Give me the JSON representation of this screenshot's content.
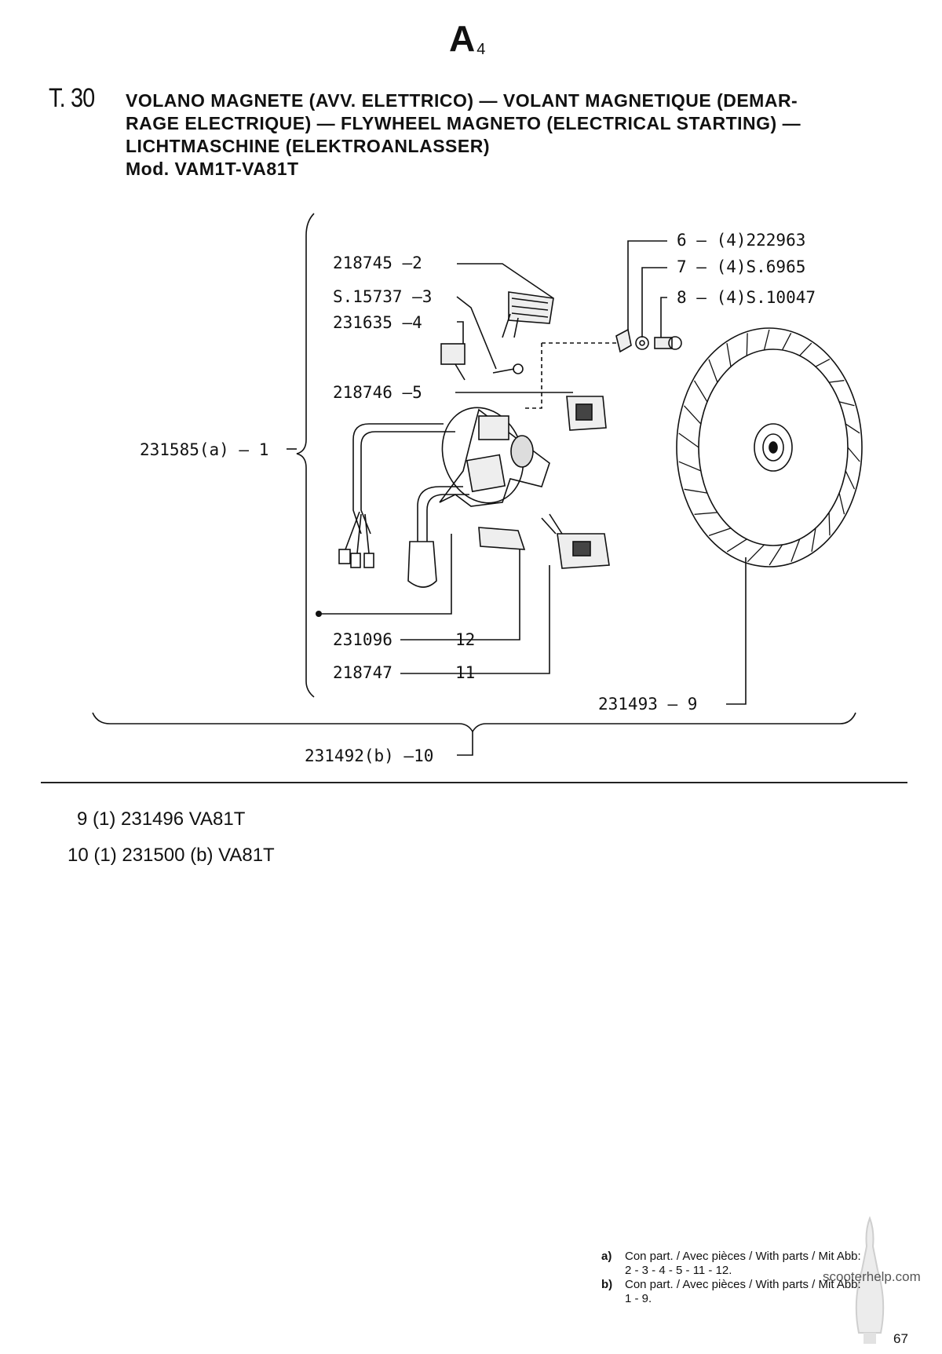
{
  "header": {
    "section_letter": "A",
    "section_index": "4",
    "table_number": "T. 30",
    "title_lines": [
      "VOLANO MAGNETE (AVV. ELETTRICO) — VOLANT MAGNETIQUE (DEMAR-",
      "RAGE ELECTRIQUE) — FLYWHEEL MAGNETO (ELECTRICAL STARTING) —",
      "LICHTMASCHINE (ELEKTROANLASSER)",
      "Mod. VAM1T-VA81T"
    ]
  },
  "callouts": {
    "p1": "231585(a) — 1",
    "p2": "218745 —2",
    "p3": "S.15737 —3",
    "p4": "231635 —4",
    "p5": "218746 —5",
    "p6": "6 — (4)222963",
    "p7": "7 — (4)S.6965",
    "p8": "8 — (4)S.10047",
    "p9": "231493 — 9",
    "p10": "231492(b) —10",
    "p11_code": "218747",
    "p11_num": "11",
    "p12_code": "231096",
    "p12_num": "12"
  },
  "variants": [
    "9 (1) 231496 VA81T",
    "10 (1) 231500 (b) VA81T"
  ],
  "footnotes": [
    {
      "key": "a)",
      "lines": [
        "Con part. / Avec pièces / With parts / Mit Abb:",
        "2 - 3 - 4 - 5 - 11 - 12."
      ]
    },
    {
      "key": "b)",
      "lines": [
        "Con part. / Avec pièces / With parts / Mit Abb:",
        "1 - 9."
      ]
    }
  ],
  "watermark": "scooterhelp.com",
  "page_number": "67"
}
